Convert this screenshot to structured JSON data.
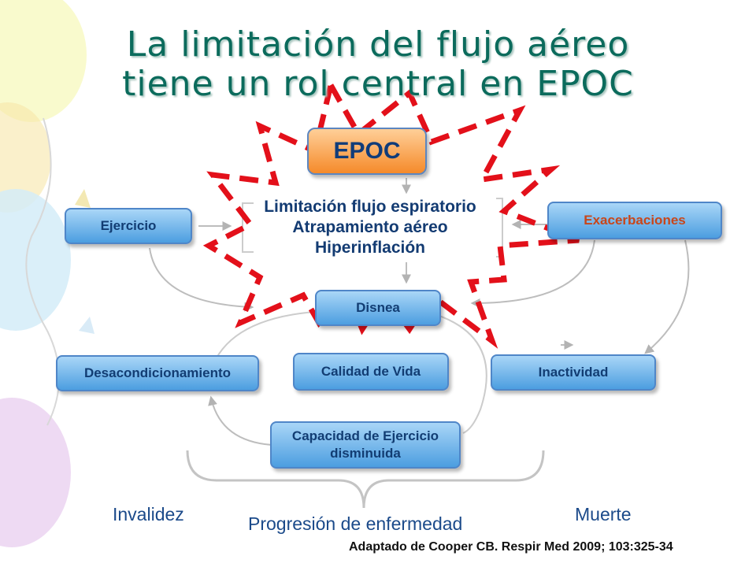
{
  "title": {
    "line1": "La limitación del flujo aéreo",
    "line2": "tiene un rol central en EPOC"
  },
  "boxes": {
    "epoc": "EPOC",
    "ejercicio": "Ejercicio",
    "exacerbaciones": "Exacerbaciones",
    "disnea": "Disnea",
    "desacondicionamiento": "Desacondicionamiento",
    "calidad_vida": "Calidad de Vida",
    "inactividad": "Inactividad",
    "capacidad_line1": "Capacidad de Ejercicio",
    "capacidad_line2": "disminuida"
  },
  "center": {
    "line1": "Limitación flujo espiratorio",
    "line2": "Atrapamiento aéreo",
    "line3": "Hiperinflación"
  },
  "bottom": {
    "invalidez": "Invalidez",
    "progresion": "Progresión de enfermedad",
    "muerte": "Muerte"
  },
  "citation": "Adaptado de Cooper CB. Respir Med 2009; 103:325-34",
  "colors": {
    "title": "#0b6b5c",
    "box_fill": "#4c9ee0",
    "epoc_fill": "#f58a2a",
    "burst": "#e3101a",
    "arrow": "#bdbdbd",
    "exacerbaciones_text": "#c8461a"
  }
}
